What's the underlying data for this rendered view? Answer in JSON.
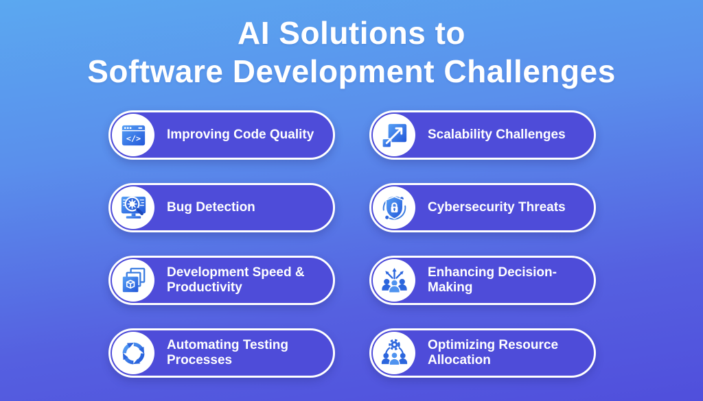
{
  "title": {
    "line1": "AI Solutions to",
    "line2": "Software Development Challenges"
  },
  "colors": {
    "bg_top": "#5BA8F0",
    "bg_bottom": "#504FDC",
    "pill_fill": "#4E4CD9",
    "pill_border": "#FFFFFF",
    "icon_circle": "#FFFFFF",
    "icon_blue": "#3B7DE0",
    "icon_blue_dark": "#2C66DD",
    "icon_blue_light": "#4F93EF",
    "text": "#FFFFFF"
  },
  "items": [
    {
      "label": "Improving Code Quality",
      "icon": "code-window-icon"
    },
    {
      "label": "Scalability Challenges",
      "icon": "scale-expand-icon"
    },
    {
      "label": "Bug Detection",
      "icon": "bug-search-icon"
    },
    {
      "label": "Cybersecurity Threats",
      "icon": "shield-lock-icon"
    },
    {
      "label": "Development Speed & Productivity",
      "icon": "layers-cube-icon"
    },
    {
      "label": "Enhancing Decision-Making",
      "icon": "people-arrows-icon"
    },
    {
      "label": "Automating Testing Processes",
      "icon": "cycle-arrows-icon"
    },
    {
      "label": "Optimizing Resource Allocation",
      "icon": "team-gear-icon"
    }
  ]
}
